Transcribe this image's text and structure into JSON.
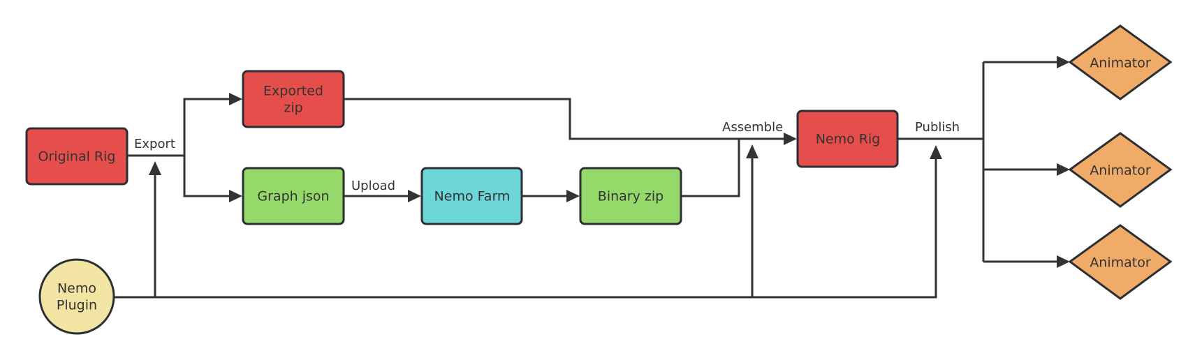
{
  "colors": {
    "red": "#E64E4C",
    "green": "#94D969",
    "cyan": "#6DD6D8",
    "orange": "#F0AB68",
    "yellow": "#F2E5A3",
    "stroke": "#2B2F33",
    "edge": "#333333"
  },
  "nodes": {
    "original_rig": {
      "label": "Original Rig"
    },
    "exported_zip": {
      "line1": "Exported",
      "line2": "zip"
    },
    "graph_json": {
      "label": "Graph json"
    },
    "nemo_farm": {
      "label": "Nemo Farm"
    },
    "binary_zip": {
      "label": "Binary zip"
    },
    "nemo_rig": {
      "label": "Nemo Rig"
    },
    "nemo_plugin": {
      "line1": "Nemo",
      "line2": "Plugin"
    },
    "animator_1": {
      "label": "Animator"
    },
    "animator_2": {
      "label": "Animator"
    },
    "animator_3": {
      "label": "Animator"
    }
  },
  "edge_labels": {
    "export": "Export",
    "upload": "Upload",
    "assemble": "Assemble",
    "publish": "Publish"
  }
}
